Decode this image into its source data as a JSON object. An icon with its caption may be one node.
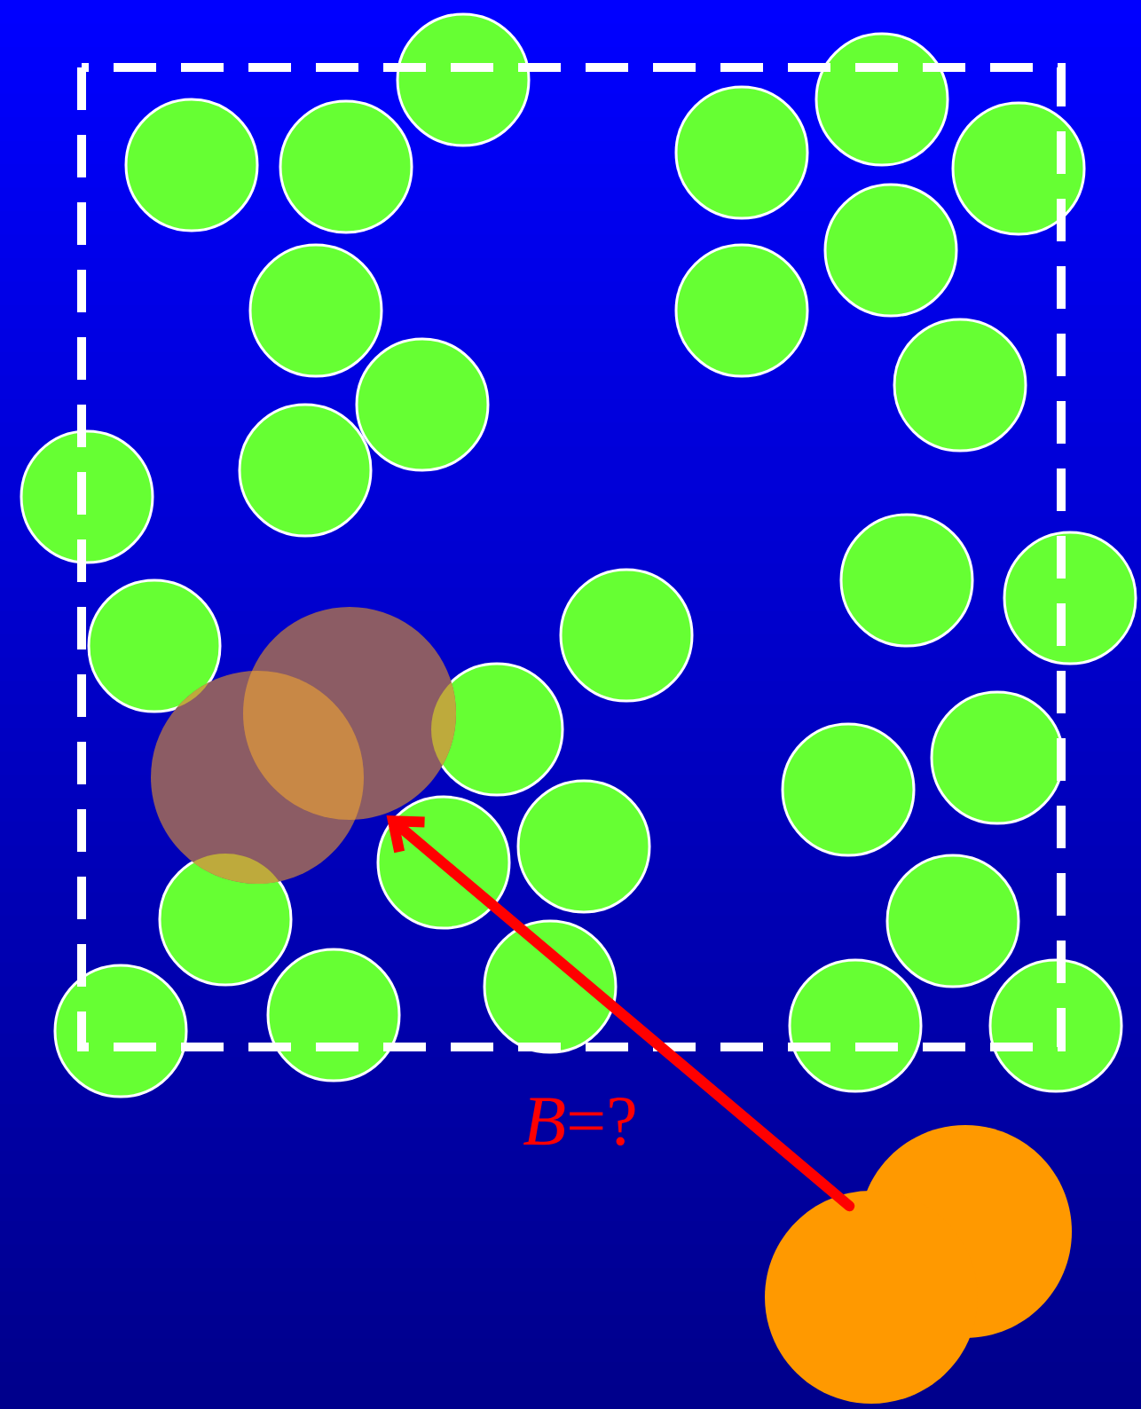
{
  "diagram": {
    "nodes": [
      {
        "text": [],
        "shape": "circle"
      },
      {
        "text": [],
        "shape": "circle"
      }
    ],
    "edges": [
      {
        "from": 1,
        "to": 0,
        "arrow": "to",
        "color": "#ff0000",
        "label": "*B*=?"
      }
    ]
  }
}
